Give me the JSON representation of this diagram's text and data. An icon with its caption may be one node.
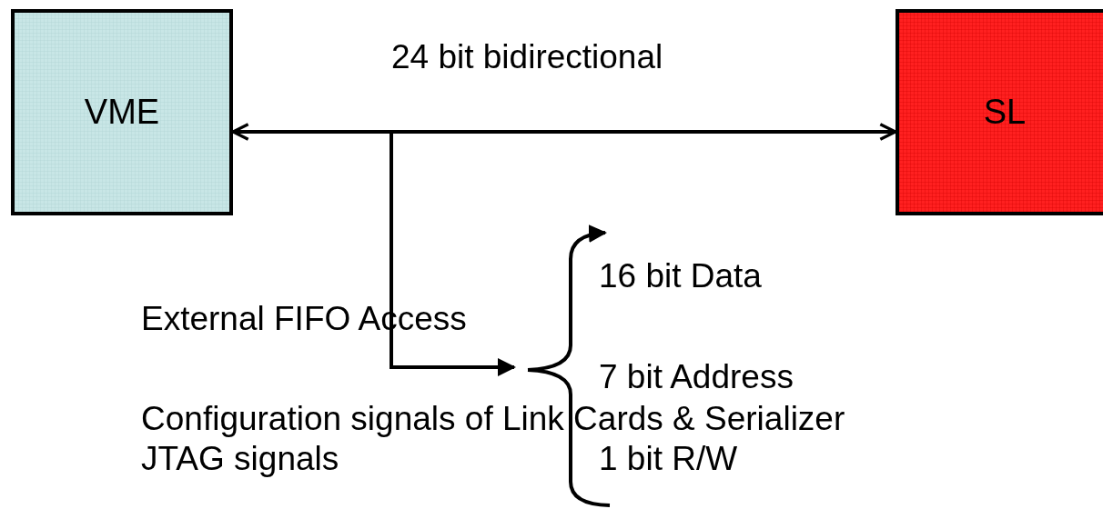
{
  "diagram": {
    "nodes": [
      {
        "text": [
          "VME"
        ]
      },
      {
        "text": [
          "SL"
        ]
      },
      {
        "text": [],
        "shape": "bracket"
      }
    ],
    "edges": [
      {
        "from": 0,
        "to": 1,
        "arrow": "both",
        "label": "24 bit bidirectional"
      },
      {
        "from": 0,
        "to": 2,
        "arrow": "to"
      }
    ],
    "labels": [
      "16 bit Data",
      "External FIFO Access",
      "7 bit Address",
      "Configuration signals of Link Cards & Serializer",
      "JTAG signals",
      "1 bit R/W"
    ]
  }
}
